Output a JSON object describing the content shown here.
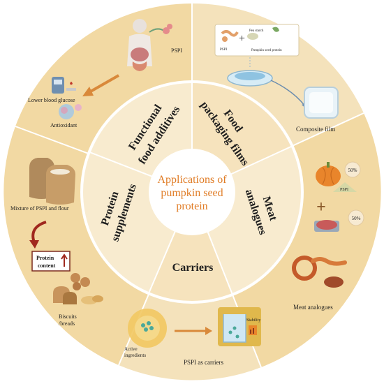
{
  "center_title": [
    "Applications of",
    "pumpkin seed",
    "protein"
  ],
  "inner_labels": {
    "functional": [
      "Functional",
      "food additives"
    ],
    "packaging": [
      "Food",
      "packaging films"
    ],
    "meat": [
      "Meat",
      "analogues"
    ],
    "carriers": "Carriers",
    "protein_supplements": [
      "Protein",
      "supplements"
    ]
  },
  "outer_labels": {
    "pspi": "PSPI",
    "lower_blood_glucose": "Lower blood glucose",
    "antioxidant": "Antioxidant",
    "pea_starch": "Pea starch",
    "pspi_small": "PSPI",
    "pumpkin_seed_protein": "Pumpkin seed protein",
    "composite_film": "Composite film",
    "fifty_pct_1": "50%",
    "pspi_meat": "PSPI",
    "fifty_pct_2": "50%",
    "meat_analogues": "Meat analogues",
    "mixture": "Mixture of PSPI and flour",
    "protein_content": [
      "Protein",
      "content"
    ],
    "biscuits": [
      "Biscuits",
      "/breads"
    ],
    "active_ingredients": [
      "Active",
      "ingredients"
    ],
    "stability": "Stability",
    "pspi_as_carriers": "PSPI as carriers"
  },
  "colors": {
    "outer_ring": "#f2d9a3",
    "outer_ring_alt": "#f4e2bb",
    "inner_ring": "#f7e7c4",
    "center": "#ffffff",
    "center_text": "#e07b24",
    "arrow": "#d9893a"
  }
}
